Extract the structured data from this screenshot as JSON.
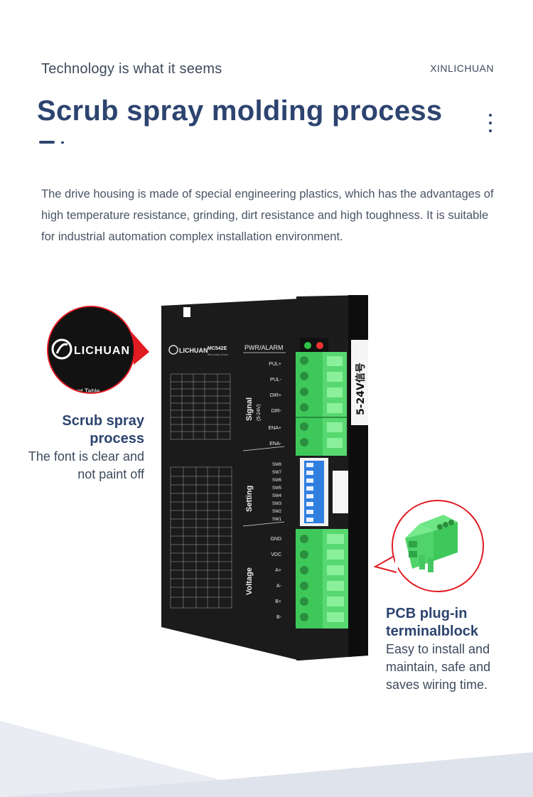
{
  "header": {
    "tagline": "Technology is what it seems",
    "brand": "XINLICHUAN",
    "title": "Scrub spray molding process"
  },
  "description": "The drive housing is made of special engineering plastics, which has the advantages of high temperature resistance, grinding, dirt resistance and high toughness. It is suitable for industrial automation complex installation environment.",
  "callouts": {
    "left": {
      "title_line1": "Scrub spray",
      "title_line2": "process",
      "body_line1": "The font is clear and",
      "body_line2": "not paint off"
    },
    "right": {
      "title_line1": "PCB plug-in",
      "title_line2": "terminalblock",
      "body_line1": "Easy to install and",
      "body_line2": "maintain, safe and",
      "body_line3": "saves wiring time."
    }
  },
  "device": {
    "logo": "LICHUAN",
    "model": "MC542E",
    "model_sub": "Microstep Driver",
    "pwr_alarm": "PWR/ALARM",
    "signal_label": "Signal",
    "signal_range": "(5-24V)",
    "setting_label": "Setting",
    "voltage_label": "Voltage",
    "signal_pins": [
      "PUL+",
      "PUL-",
      "DIR+",
      "DIR-",
      "ENA+",
      "ENA-"
    ],
    "switches": [
      "SW8",
      "SW7",
      "SW6",
      "SW5",
      "SW4",
      "SW3",
      "SW2",
      "SW1"
    ],
    "power_pins": [
      "GND",
      "VDC",
      "A+",
      "A-",
      "B+",
      "B-"
    ],
    "sticker": "5-24V信号",
    "zoom_logo": "LICHUAN",
    "zoom_table_text": "ent Table",
    "colors": {
      "title": "#2d4470",
      "terminal_green": "#4fd36a",
      "dip_blue": "#2f7fe0",
      "callout_ring": "#e11b22"
    }
  }
}
